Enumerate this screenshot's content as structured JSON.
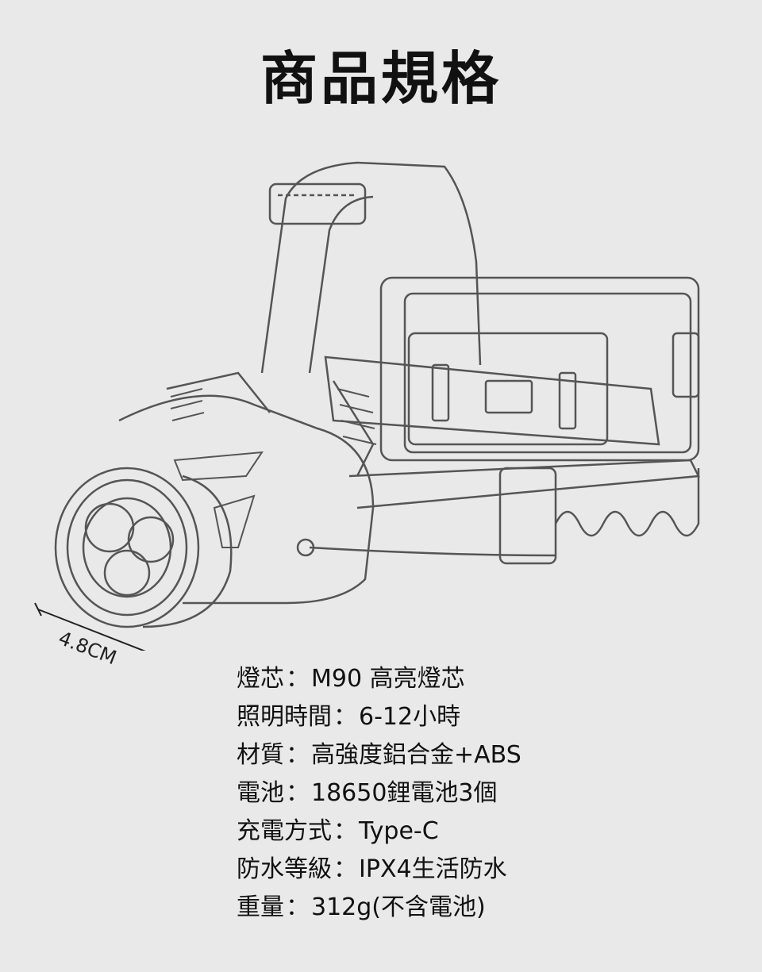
{
  "title": "商品規格",
  "dimension_label": "4.8CM",
  "specs": [
    {
      "label": "燈芯",
      "value": "M90 高亮燈芯"
    },
    {
      "label": "照明時間",
      "value": "6-12小時"
    },
    {
      "label": "材質",
      "value": "高強度鋁合金+ABS"
    },
    {
      "label": "電池",
      "value": "18650鋰電池3個"
    },
    {
      "label": "充電方式",
      "value": "Type-C"
    },
    {
      "label": "防水等級",
      "value": "IPX4生活防水"
    },
    {
      "label": "重量",
      "value": "312g(不含電池)"
    }
  ],
  "separator": "："
}
